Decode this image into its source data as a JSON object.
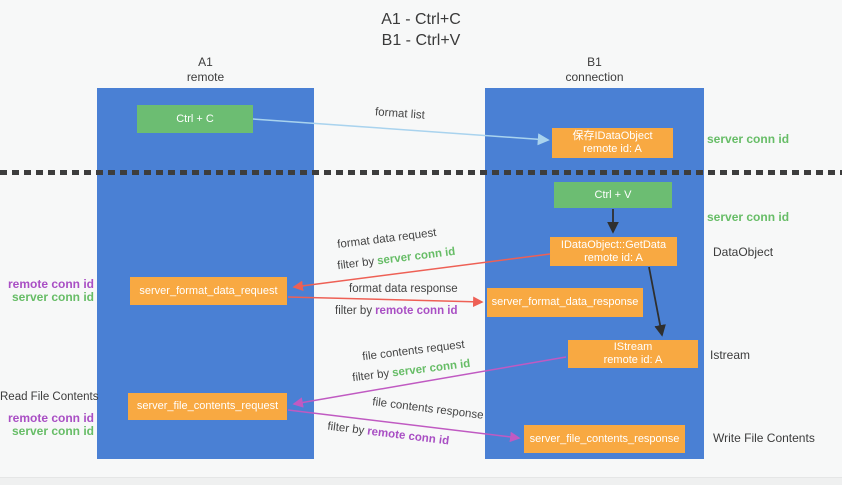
{
  "title": {
    "line1": "A1 - Ctrl+C",
    "line2": "B1 - Ctrl+V"
  },
  "lanes": {
    "left": {
      "header_top": "A1",
      "header_bottom": "remote"
    },
    "right": {
      "header_top": "B1",
      "header_bottom": "connection"
    }
  },
  "nodes": {
    "ctrl_c": {
      "label": "Ctrl + C"
    },
    "ctrl_v": {
      "label": "Ctrl + V"
    },
    "save_dataobject": {
      "line1": "保存IDataObject",
      "line2": "remote id: A"
    },
    "getdata": {
      "line1": "IDataObject::GetData",
      "line2": "remote id: A"
    },
    "istream": {
      "line1": "IStream",
      "line2": "remote id: A"
    },
    "server_format_data_request": {
      "label": "server_format_data_request"
    },
    "server_format_data_response": {
      "label": "server_format_data_response"
    },
    "server_file_contents_request": {
      "label": "server_file_contents_request"
    },
    "server_file_contents_response": {
      "label": "server_file_contents_response"
    }
  },
  "side_labels": {
    "server_conn_id_top": "server conn id",
    "server_conn_id_mid": "server conn id",
    "dataobject": "DataObject",
    "istream": "Istream",
    "write_file_contents": "Write File Contents",
    "read_file_contents": "Read File Contents",
    "format_remote_conn_id": "remote conn id",
    "format_server_conn_id": "server conn id",
    "file_remote_conn_id": "remote conn id",
    "file_server_conn_id": "server conn id"
  },
  "flow_labels": {
    "format_list": "format list",
    "format_data_request": "format data request",
    "format_data_response": "format data response",
    "file_contents_request": "file contents request",
    "file_contents_response": "file contents response",
    "filter_by": "filter by",
    "server_conn_id": "server conn id",
    "remote_conn_id": "remote conn id"
  },
  "colors": {
    "lane_blue": "#4a80d4",
    "node_orange": "#f8a942",
    "node_green": "#6cbd72",
    "arrow_red": "#ee6055",
    "arrow_magenta": "#c05ac2",
    "arrow_light_blue": "#a9d3ee",
    "arrow_black": "#2f2f2f",
    "text_green": "#67bd67",
    "text_purple": "#a94fc4",
    "text_dark": "#3c3c3c",
    "background": "#f7f8f8"
  }
}
